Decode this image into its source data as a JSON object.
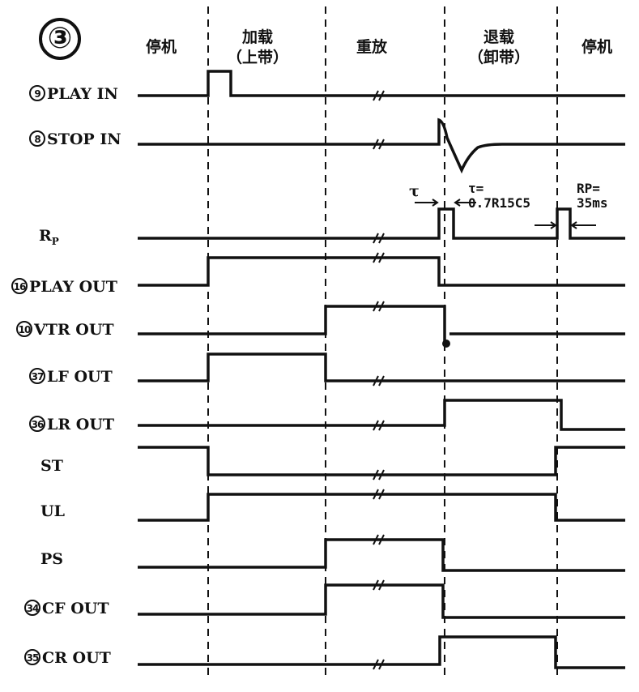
{
  "figure_number": "③",
  "phases": [
    "停机",
    "加载\n（上带）",
    "重放",
    "退载\n（卸带）",
    "停机"
  ],
  "signals": [
    {
      "id": "play_in",
      "num": "9",
      "label": "PLAY IN"
    },
    {
      "id": "stop_in",
      "num": "8",
      "label": "STOP IN"
    },
    {
      "id": "rp",
      "num": "",
      "label": "R",
      "sub": "P"
    },
    {
      "id": "play_out",
      "num": "16",
      "label": "PLAY OUT"
    },
    {
      "id": "vtr_out",
      "num": "10",
      "label": "VTR OUT"
    },
    {
      "id": "lf_out",
      "num": "37",
      "label": "LF OUT"
    },
    {
      "id": "lr_out",
      "num": "36",
      "label": "LR OUT"
    },
    {
      "id": "st",
      "num": "",
      "label": "ST"
    },
    {
      "id": "ul",
      "num": "",
      "label": "UL"
    },
    {
      "id": "ps",
      "num": "",
      "label": "PS"
    },
    {
      "id": "cf_out",
      "num": "34",
      "label": "CF OUT"
    },
    {
      "id": "cr_out",
      "num": "35",
      "label": "CR OUT"
    }
  ],
  "annotations": {
    "tau": "τ",
    "tau_eq": "τ=\n0.7R15C5",
    "rp_eq": "RP=\n35ms"
  }
}
